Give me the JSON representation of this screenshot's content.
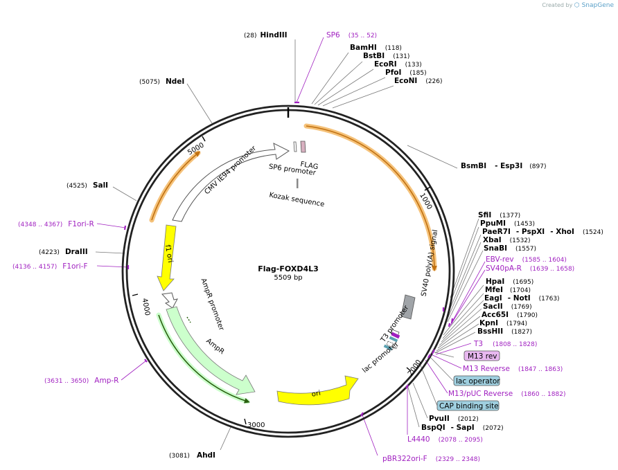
{
  "credit": {
    "prefix": "Created by",
    "brand": "SnapGene"
  },
  "plasmid": {
    "name": "Flag-FOXD4L3",
    "size_label": "5509 bp",
    "length": 5509
  },
  "ticks": [
    "1000",
    "2000",
    "3000",
    "4000",
    "5000"
  ],
  "colors": {
    "primer": "#a020c0",
    "ori": "#ffff00",
    "ampr": "#ccffcc",
    "orf": "#f5c27a",
    "lacop": "#9fcfdf",
    "m13": "#e8b8f0"
  },
  "enzymes": [
    {
      "name": "HindIII",
      "pos": "(28)"
    },
    {
      "name": "BamHI",
      "pos": "(118)"
    },
    {
      "name": "BstBI",
      "pos": "(131)"
    },
    {
      "name": "EcoRI",
      "pos": "(133)"
    },
    {
      "name": "PfoI",
      "pos": "(185)"
    },
    {
      "name": "EcoNI",
      "pos": "(226)"
    },
    {
      "name": "BsmBI",
      "sep": "- Esp3I",
      "pos": "(897)"
    },
    {
      "name": "SfiI",
      "pos": "(1377)"
    },
    {
      "name": "PpuMI",
      "pos": "(1453)"
    },
    {
      "name": "PaeR7I",
      "sep": "- PspXI",
      "sep2": "- XhoI",
      "pos": "(1524)"
    },
    {
      "name": "XbaI",
      "pos": "(1532)"
    },
    {
      "name": "SnaBI",
      "pos": "(1557)"
    },
    {
      "name": "HpaI",
      "pos": "(1695)"
    },
    {
      "name": "MfeI",
      "pos": "(1704)"
    },
    {
      "name": "EagI",
      "sep": "- NotI",
      "pos": "(1763)"
    },
    {
      "name": "SacII",
      "pos": "(1769)"
    },
    {
      "name": "Acc65I",
      "pos": "(1790)"
    },
    {
      "name": "KpnI",
      "pos": "(1794)"
    },
    {
      "name": "BssHII",
      "pos": "(1827)"
    },
    {
      "name": "PvuII",
      "pos": "(2012)"
    },
    {
      "name": "BspQI",
      "sep": "- SapI",
      "pos": "(2072)"
    },
    {
      "name": "AhdI",
      "pos": "(3081)"
    },
    {
      "name": "DraIII",
      "pos": "(4223)"
    },
    {
      "name": "SalI",
      "pos": "(4525)"
    },
    {
      "name": "NdeI",
      "pos": "(5075)"
    }
  ],
  "primers": [
    {
      "name": "SP6",
      "pos": "(35 .. 52)"
    },
    {
      "name": "EBV-rev",
      "pos": "(1585 .. 1604)"
    },
    {
      "name": "SV40pA-R",
      "pos": "(1639 .. 1658)"
    },
    {
      "name": "T3",
      "pos": "(1808 .. 1828)"
    },
    {
      "name": "M13 Reverse",
      "pos": "(1847 .. 1863)"
    },
    {
      "name": "M13/pUC Reverse",
      "pos": "(1860 .. 1882)"
    },
    {
      "name": "L4440",
      "pos": "(2078 .. 2095)"
    },
    {
      "name": "pBR322ori-F",
      "pos": "(2329 .. 2348)"
    },
    {
      "name": "Amp-R",
      "pos": "(3631 .. 3650)"
    },
    {
      "name": "F1ori-F",
      "pos": "(4136 .. 4157)"
    },
    {
      "name": "F1ori-R",
      "pos": "(4348 .. 4367)"
    }
  ],
  "boxes": {
    "m13rev": "M13 rev",
    "lacop": "lac operator",
    "cap": "CAP binding site"
  },
  "features": {
    "cmv": "CMV IE94 promoter",
    "flag": "FLAG",
    "sp6prom": "SP6 promoter",
    "kozak": "Kozak sequence",
    "sv40": "SV40 poly(A) signal",
    "t3prom": "T3 promoter",
    "lacprom": "lac promoter",
    "ori": "ori",
    "ampr": "AmpR",
    "amprprom": "AmpR promoter",
    "f1ori": "f1 ori"
  }
}
